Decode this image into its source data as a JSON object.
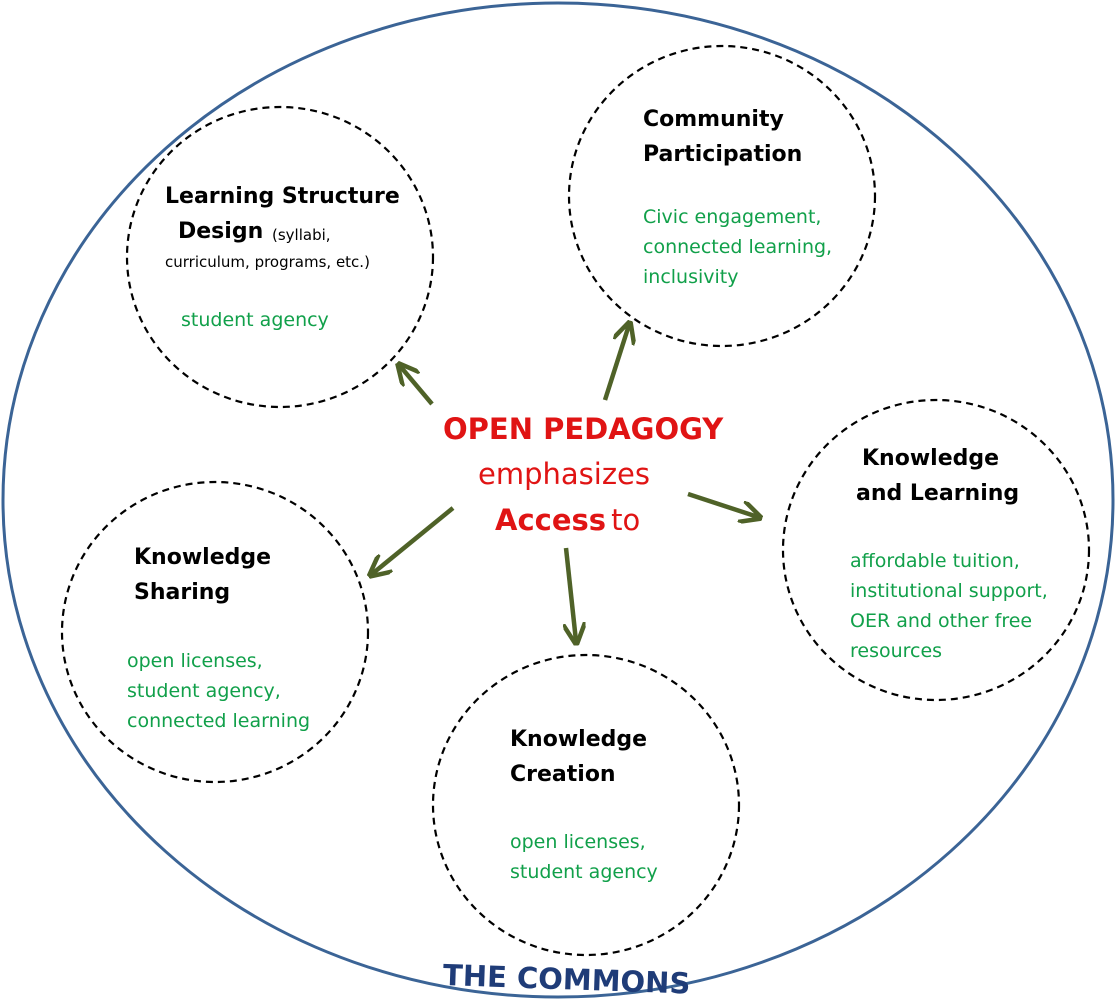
{
  "commons": {
    "label": "THE COMMONS"
  },
  "center": {
    "line1": "OPEN PEDAGOGY",
    "line2": "emphasizes",
    "line3_bold": "Access",
    "line3_rest": "to"
  },
  "nodes": {
    "learning_structure": {
      "title_line1": "Learning Structure",
      "title_line2": "Design",
      "note_line1": "(syllabi,",
      "note_line2": "curriculum, programs, etc.)",
      "details": [
        "student agency"
      ]
    },
    "community": {
      "title_line1": "Community",
      "title_line2": "Participation",
      "details": [
        "Civic engagement,",
        "connected learning,",
        "inclusivity"
      ]
    },
    "knowledge_learning": {
      "title_line1": "Knowledge",
      "title_line2": "and Learning",
      "details": [
        "affordable tuition,",
        "institutional support,",
        "OER and other free",
        "resources"
      ]
    },
    "knowledge_sharing": {
      "title_line1": "Knowledge",
      "title_line2": "Sharing",
      "details": [
        "open licenses,",
        "student agency,",
        "connected learning"
      ]
    },
    "knowledge_creation": {
      "title_line1": "Knowledge",
      "title_line2": "Creation",
      "details": [
        "open licenses,",
        "student agency"
      ]
    }
  },
  "colors": {
    "outer_circle": "#3b6496",
    "dashed_circles": "#000000",
    "arrows": "#4f6228",
    "center_text": "#e01414",
    "detail_text": "#11a04a",
    "commons_text": "#1f3c78"
  }
}
